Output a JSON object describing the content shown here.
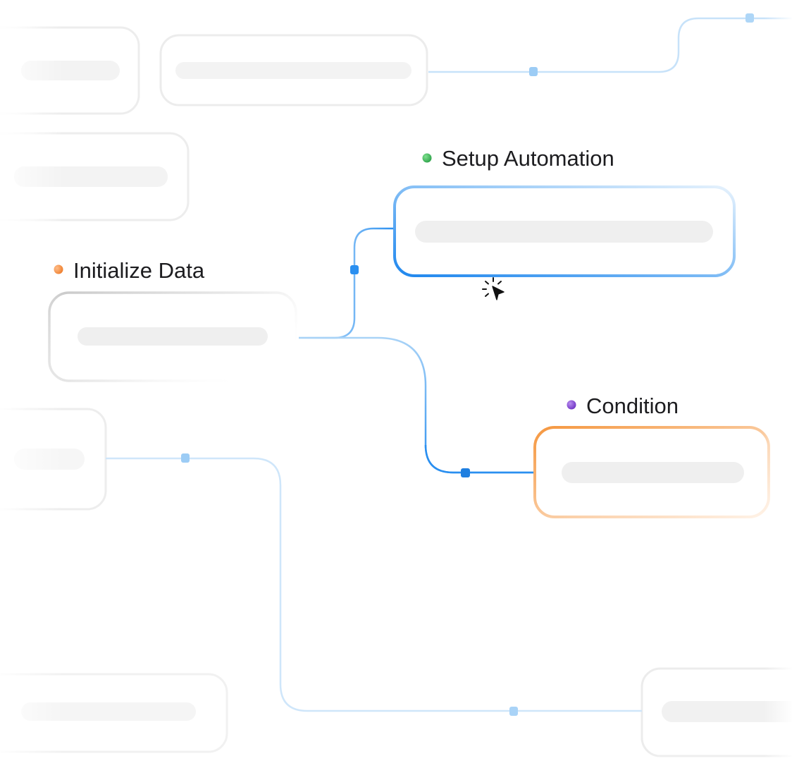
{
  "nodes": {
    "setup_automation": {
      "label": "Setup Automation",
      "dot_color": "#3dba5a",
      "border_color": "#2a8ff0"
    },
    "initialize_data": {
      "label": "Initialize Data",
      "dot_color": "#f58a3c",
      "border_color": "#cfcfcf"
    },
    "condition": {
      "label": "Condition",
      "dot_color": "#8a4fd0",
      "border_color": "#f5a35c"
    }
  },
  "colors": {
    "connector": "#2a8ff0",
    "connector_faint": "#bcdcf7",
    "placeholder_bar": "#efefef",
    "ghost_border": "#ececec"
  },
  "icons": {
    "cursor": "click-cursor-icon"
  }
}
